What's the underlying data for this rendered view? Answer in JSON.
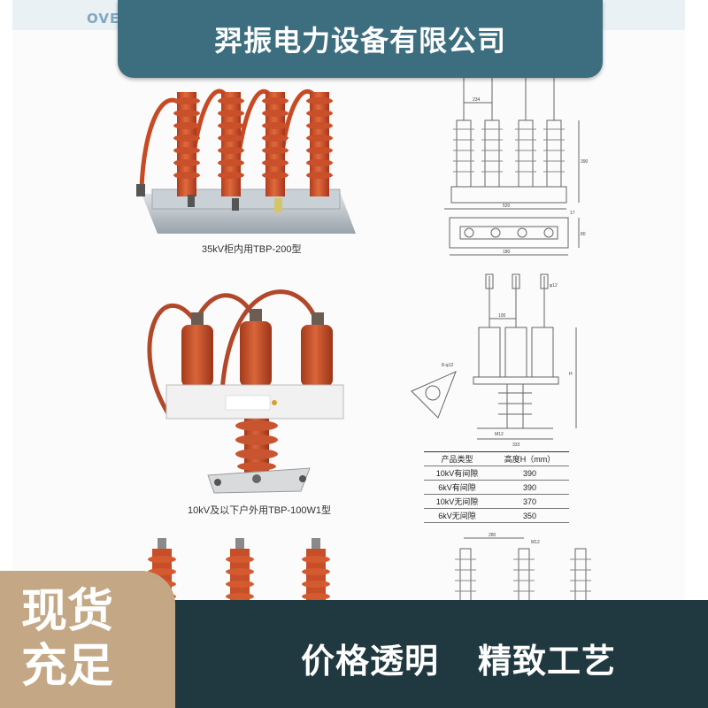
{
  "header": {
    "over_text": "OVE",
    "company_name": "羿振电力设备有限公司"
  },
  "products": [
    {
      "caption": "35kV柜内用TBP-200型"
    },
    {
      "caption": "10kV及以下户外用TBP-100W1型"
    }
  ],
  "drawing_top": {
    "dims": [
      "234",
      "390",
      "520",
      "180",
      "17",
      "80"
    ]
  },
  "drawing_mid": {
    "dims": [
      "100",
      "H",
      "M12",
      "333",
      "8-φ12",
      "φ12"
    ]
  },
  "spec_table": {
    "headers": [
      "产品类型",
      "高度H（mm）"
    ],
    "rows": [
      [
        "10kV有间隙",
        "390"
      ],
      [
        "6kV有间隙",
        "390"
      ],
      [
        "10kV无间隙",
        "370"
      ],
      [
        "6kV无间隙",
        "350"
      ]
    ]
  },
  "drawing_bottom": {
    "dims": [
      "280",
      "M12"
    ]
  },
  "footer": {
    "badge_line1": "现货",
    "badge_line2": "充足",
    "slogan_part1": "价格透明",
    "slogan_part2": "精致工艺"
  },
  "colors": {
    "banner": "#3c6e80",
    "bottom_band": "#20383f",
    "badge": "#c4a886",
    "insulator": "#d2542c"
  }
}
